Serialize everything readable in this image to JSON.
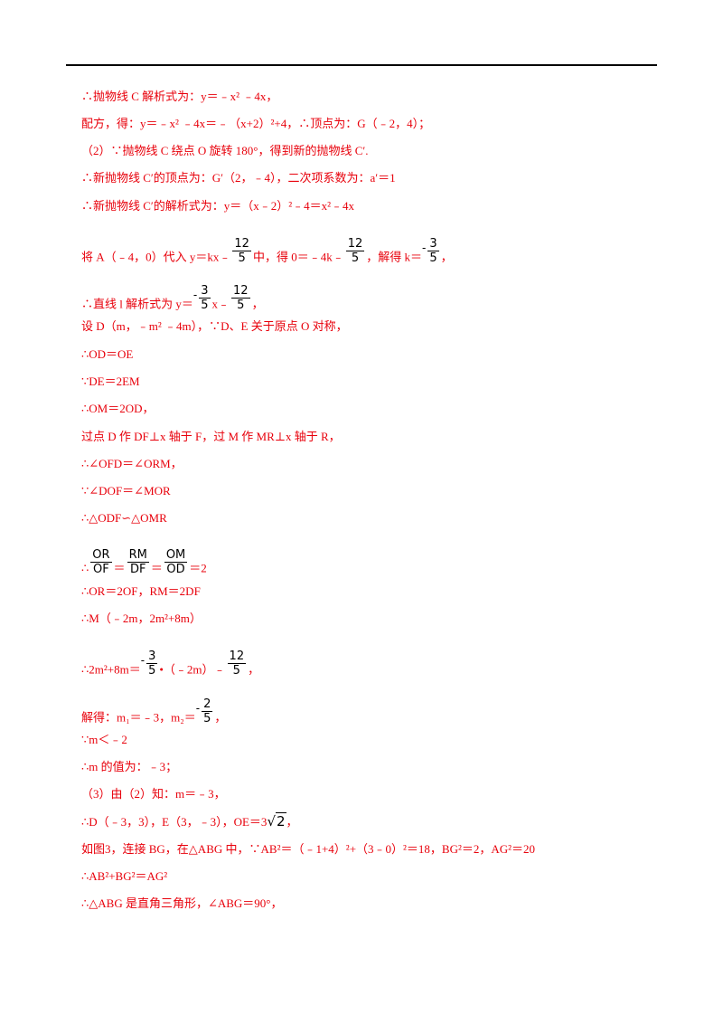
{
  "lines": [
    "∴抛物线 C 解析式为：y＝﹣x² ﹣4x，",
    "配方，得：y＝﹣x² ﹣4x＝﹣（x+2）²+4，∴顶点为：G（﹣2，4）；",
    "（2）∵抛物线 C 绕点 O 旋转 180°，得到新的抛物线 C′.",
    "∴新抛物线 C′的顶点为：G′（2，﹣4），二次项系数为：a′＝1",
    "∴新抛物线 C′的解析式为：y＝（x﹣2）²﹣4＝x²﹣4x",
    "设 D（m，﹣m² ﹣4m），∵D、E 关于原点 O 对称，",
    "∴OD＝OE",
    "∵DE＝2EM",
    "∴OM＝2OD，",
    "过点 D 作 DF⊥x 轴于 F，过 M 作 MR⊥x 轴于 R，",
    "∴∠OFD＝∠ORM，",
    "∵∠DOF＝∠MOR",
    "∴△ODF∽△OMR",
    "∴OR＝2OF，RM＝2DF",
    "∴M（﹣2m，2m²+8m）",
    "∵m＜﹣2",
    "∴m 的值为：﹣3；",
    "（3）由（2）知：m＝﹣3，",
    "如图3，连接 BG，在△ABG 中，∵AB²＝（﹣1+4）²+（3﹣0）²＝18，BG²＝2，AG²＝20",
    "∴AB²+BG²＝AG²",
    "∴△ABG 是直角三角形，∠ABG＝90°，"
  ],
  "line_6": {
    "p1": "将 A（﹣4，0）代入 y＝kx﹣",
    "f1_num": "12",
    "f1_den": "5",
    "p2": "中，得 0＝﹣4k﹣",
    "f2_num": "12",
    "f2_den": "5",
    "p3": "，解得 k＝",
    "neg": "-",
    "f3_num": "3",
    "f3_den": "5",
    "p4": "，"
  },
  "line_7": {
    "p1": "∴直线 l 解析式为 y＝",
    "neg": "-",
    "f1_num": "3",
    "f1_den": "5",
    "p2": "x﹣",
    "f2_num": "12",
    "f2_den": "5",
    "p3": "，"
  },
  "line_ratio": {
    "p1": "∴",
    "f1_num": "OR",
    "f1_den": "OF",
    "eq1": "＝",
    "f2_num": "RM",
    "f2_den": "DF",
    "eq2": "＝",
    "f3_num": "OM",
    "f3_den": "OD",
    "p2": "＝2"
  },
  "line_eq": {
    "p1": "∴2m²+8m＝",
    "neg": "-",
    "f1_num": "3",
    "f1_den": "5",
    "dot": "•",
    "p2": "（﹣2m）﹣",
    "f2_num": "12",
    "f2_den": "5",
    "p3": "，"
  },
  "line_solve": {
    "p1": "解得：m₁＝﹣3，m₂＝",
    "neg": "-",
    "f1_num": "2",
    "f1_den": "5",
    "p2": "，"
  },
  "line_oe": {
    "p1": "∴D（﹣3，3），E（3，﹣3），OE＝3",
    "radicand": "2",
    "p2": "，"
  }
}
